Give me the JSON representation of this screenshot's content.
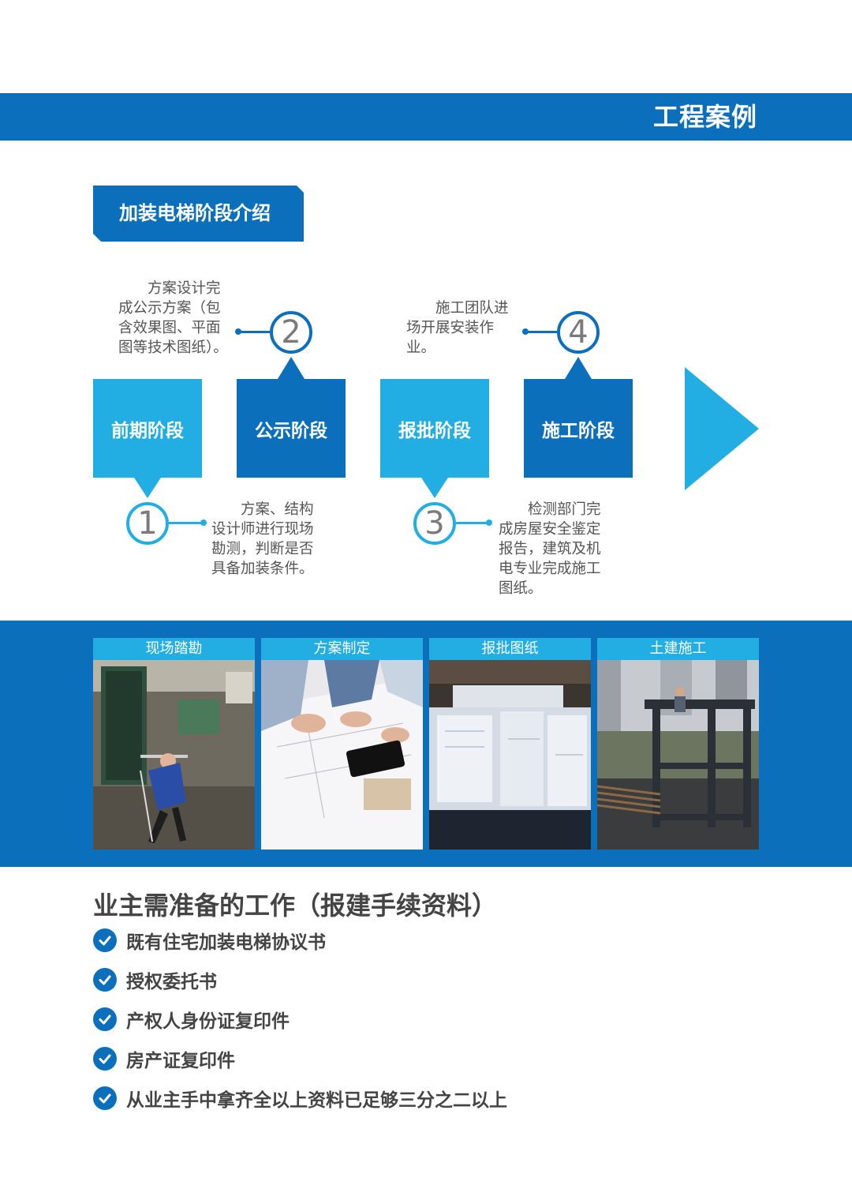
{
  "header": {
    "title": "工程案例"
  },
  "section_tag": {
    "label": "加装电梯阶段介绍"
  },
  "stages": [
    {
      "label": "前期阶段",
      "number": "1",
      "description": "方案、结构设计师进行现场勘测，判断是否具备加装条件。"
    },
    {
      "label": "公示阶段",
      "number": "2",
      "description": "方案设计完成公示方案（包含效果图、平面图等技术图纸）。"
    },
    {
      "label": "报批阶段",
      "number": "3",
      "description": "检测部门完成房屋安全鉴定报告，建筑及机电专业完成施工图纸。"
    },
    {
      "label": "施工阶段",
      "number": "4",
      "description": "施工团队进场开展安装作业。"
    }
  ],
  "photos": [
    {
      "label": "现场踏勘"
    },
    {
      "label": "方案制定"
    },
    {
      "label": "报批图纸"
    },
    {
      "label": "土建施工"
    }
  ],
  "prep": {
    "title": "业主需准备的工作（报建手续资料）",
    "items": [
      "既有住宅加装电梯协议书",
      "授权委托书",
      "产权人身份证复印件",
      "房产证复印件",
      "从业主手中拿齐全以上资料已足够三分之二以上"
    ]
  },
  "colors": {
    "dark_blue": "#0c6fbc",
    "light_blue": "#22aee2"
  }
}
